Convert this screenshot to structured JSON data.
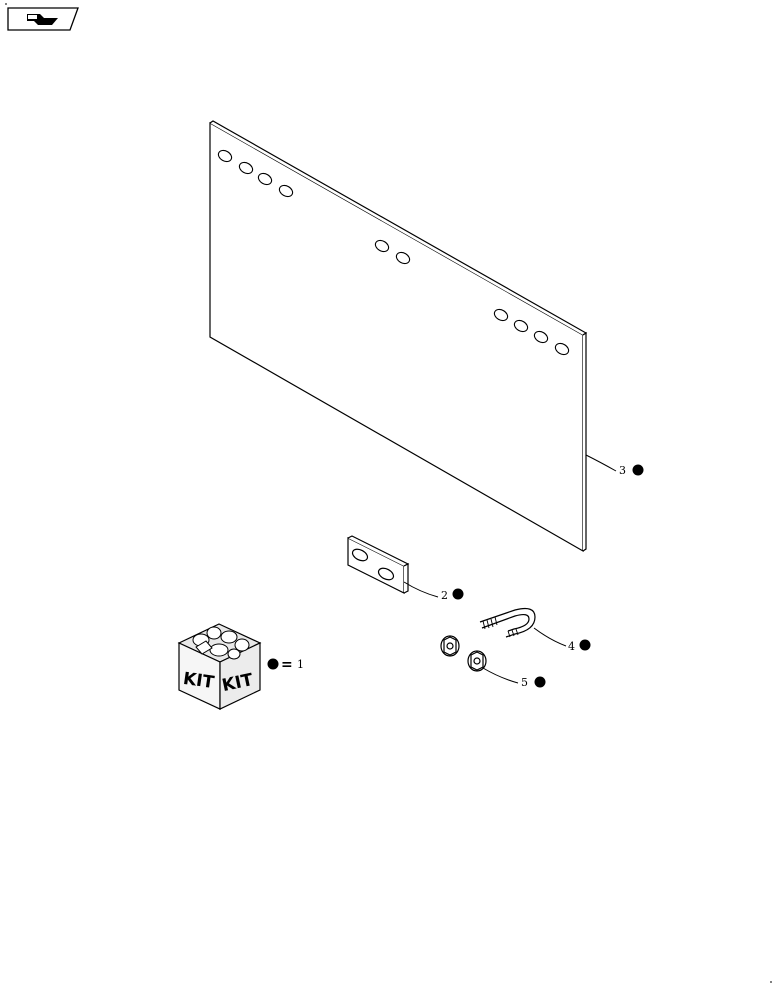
{
  "nav": {
    "icon": "next-page-arrow-icon"
  },
  "kit": {
    "label_left": "KIT",
    "label_right": "KIT",
    "legend_equals": "=",
    "legend_item": "1"
  },
  "callouts": {
    "part_1": "1",
    "part_2": "2",
    "part_3": "3",
    "part_4": "4",
    "part_5": "5"
  },
  "colors": {
    "line": "#000000",
    "background": "#ffffff",
    "kit_fill": "#f4f4f4"
  }
}
